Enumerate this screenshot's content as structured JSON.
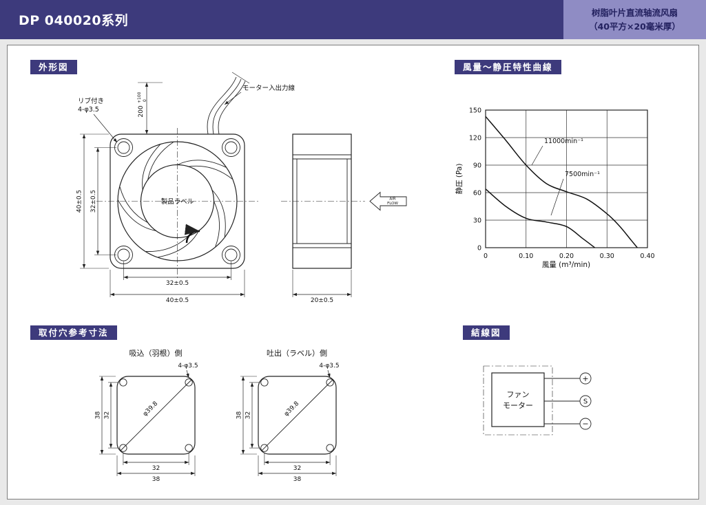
{
  "header": {
    "title": "DP 040020系列",
    "product_line1": "树脂叶片直流轴流风扇",
    "product_line2": "（40平方×20毫米厚）"
  },
  "sections": {
    "outline_title": "外形図",
    "curve_title": "風量～静圧特性曲線",
    "mounting_title": "取付穴参考寸法",
    "wiring_title": "結線図"
  },
  "outline": {
    "rib_line1": "リブ付き",
    "rib_line2": "4-φ3.5",
    "motor_wire": "モーター入出力線",
    "wire_len": "200",
    "wire_tol_up": "+100",
    "wire_tol_dn": "0",
    "dim_h40": "40±0.5",
    "dim_h32": "32±0.5",
    "dim_w32": "32±0.5",
    "dim_w40": "40±0.5",
    "dim_t20": "20±0.5",
    "product_label": "製品ラベル",
    "air": "AIR",
    "flow": "FLOW"
  },
  "chart_data": {
    "type": "line",
    "title": "風量～静圧特性曲線",
    "xlabel": "風量 (m³/min)",
    "ylabel": "静圧 (Pa)",
    "xlim": [
      0,
      0.4
    ],
    "ylim": [
      0,
      150
    ],
    "grid": true,
    "legend_position": "inline-callouts",
    "xticks": [
      0,
      0.1,
      0.2,
      0.3,
      0.4
    ],
    "xtick_labels": [
      "0",
      "0.10",
      "0.20",
      "0.30",
      "0.40"
    ],
    "yticks": [
      0,
      30,
      60,
      90,
      120,
      150
    ],
    "ytick_labels": [
      "0",
      "30",
      "60",
      "90",
      "120",
      "150"
    ],
    "series": [
      {
        "name": "11000min⁻¹",
        "x": [
          0,
          0.05,
          0.1,
          0.15,
          0.2,
          0.25,
          0.3,
          0.33,
          0.36,
          0.375
        ],
        "y": [
          143,
          117,
          90,
          70,
          61,
          53,
          37,
          24,
          8,
          0
        ]
      },
      {
        "name": "7500min⁻¹",
        "x": [
          0,
          0.05,
          0.1,
          0.15,
          0.2,
          0.24,
          0.27
        ],
        "y": [
          64,
          45,
          32,
          28,
          23,
          10,
          0
        ]
      }
    ]
  },
  "mounting": {
    "intake_title": "吸込（羽根）側",
    "outlet_title": "吐出（ラベル）側",
    "hole_label": "4-φ3.5",
    "circle_dia": "φ39.8",
    "dim_38": "38",
    "dim_32": "32"
  },
  "wiring": {
    "box_line1": "ファン",
    "box_line2": "モーター",
    "terminal_plus": "+",
    "terminal_s": "S",
    "terminal_minus": "−"
  }
}
